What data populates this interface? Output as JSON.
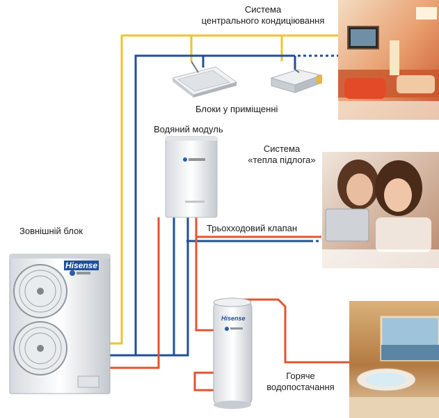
{
  "labels": {
    "system_central_ac_line1": "Система",
    "system_central_ac_line2": "центрального кондиціювання",
    "indoor_units": "Блоки у приміщенні",
    "water_module": "Водяний модуль",
    "system_floor_line1": "Система",
    "system_floor_line2": "«тепла підлога»",
    "outdoor_unit": "Зовнішній блок",
    "three_way_valve": "Трьохходовий клапан",
    "hot_water_line1": "Горяче",
    "hot_water_line2": "водопостачання"
  },
  "brand": {
    "outdoor_logo": "Hisense",
    "tank_logo": "Hisense"
  },
  "colors": {
    "yellow_pipe": "#f2c230",
    "blue_pipe": "#1f4f9a",
    "red_pipe": "#e3532f"
  }
}
